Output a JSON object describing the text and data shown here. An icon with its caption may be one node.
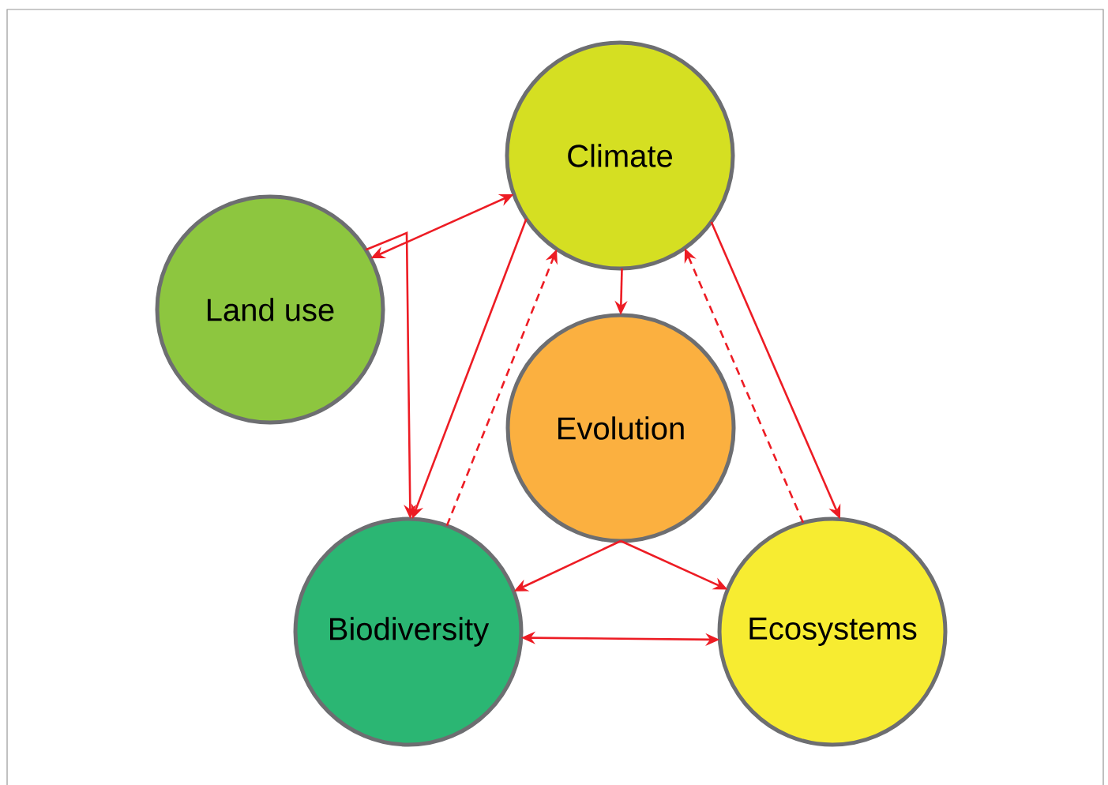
{
  "diagram": {
    "nodes": [
      {
        "text": [
          "Climate"
        ]
      },
      {
        "text": [
          "Land use"
        ]
      },
      {
        "text": [
          "Evolution"
        ]
      },
      {
        "text": [
          "Biodiversity"
        ]
      },
      {
        "text": [
          "Ecosystems"
        ]
      }
    ],
    "edges": [
      {
        "from": 0,
        "to": 1,
        "arrow": "both"
      },
      {
        "from": 1,
        "to": 3,
        "arrow": "to"
      },
      {
        "from": 0,
        "to": 3,
        "arrow": "to"
      },
      {
        "from": 3,
        "to": 0,
        "arrow": "to",
        "style": "dashed"
      },
      {
        "from": 0,
        "to": 2,
        "arrow": "to"
      },
      {
        "from": 0,
        "to": 4,
        "arrow": "to"
      },
      {
        "from": 4,
        "to": 0,
        "arrow": "to",
        "style": "dashed"
      },
      {
        "from": 2,
        "to": 3,
        "arrow": "to"
      },
      {
        "from": 2,
        "to": 4,
        "arrow": "to"
      },
      {
        "from": 3,
        "to": 4,
        "arrow": "both"
      }
    ]
  }
}
